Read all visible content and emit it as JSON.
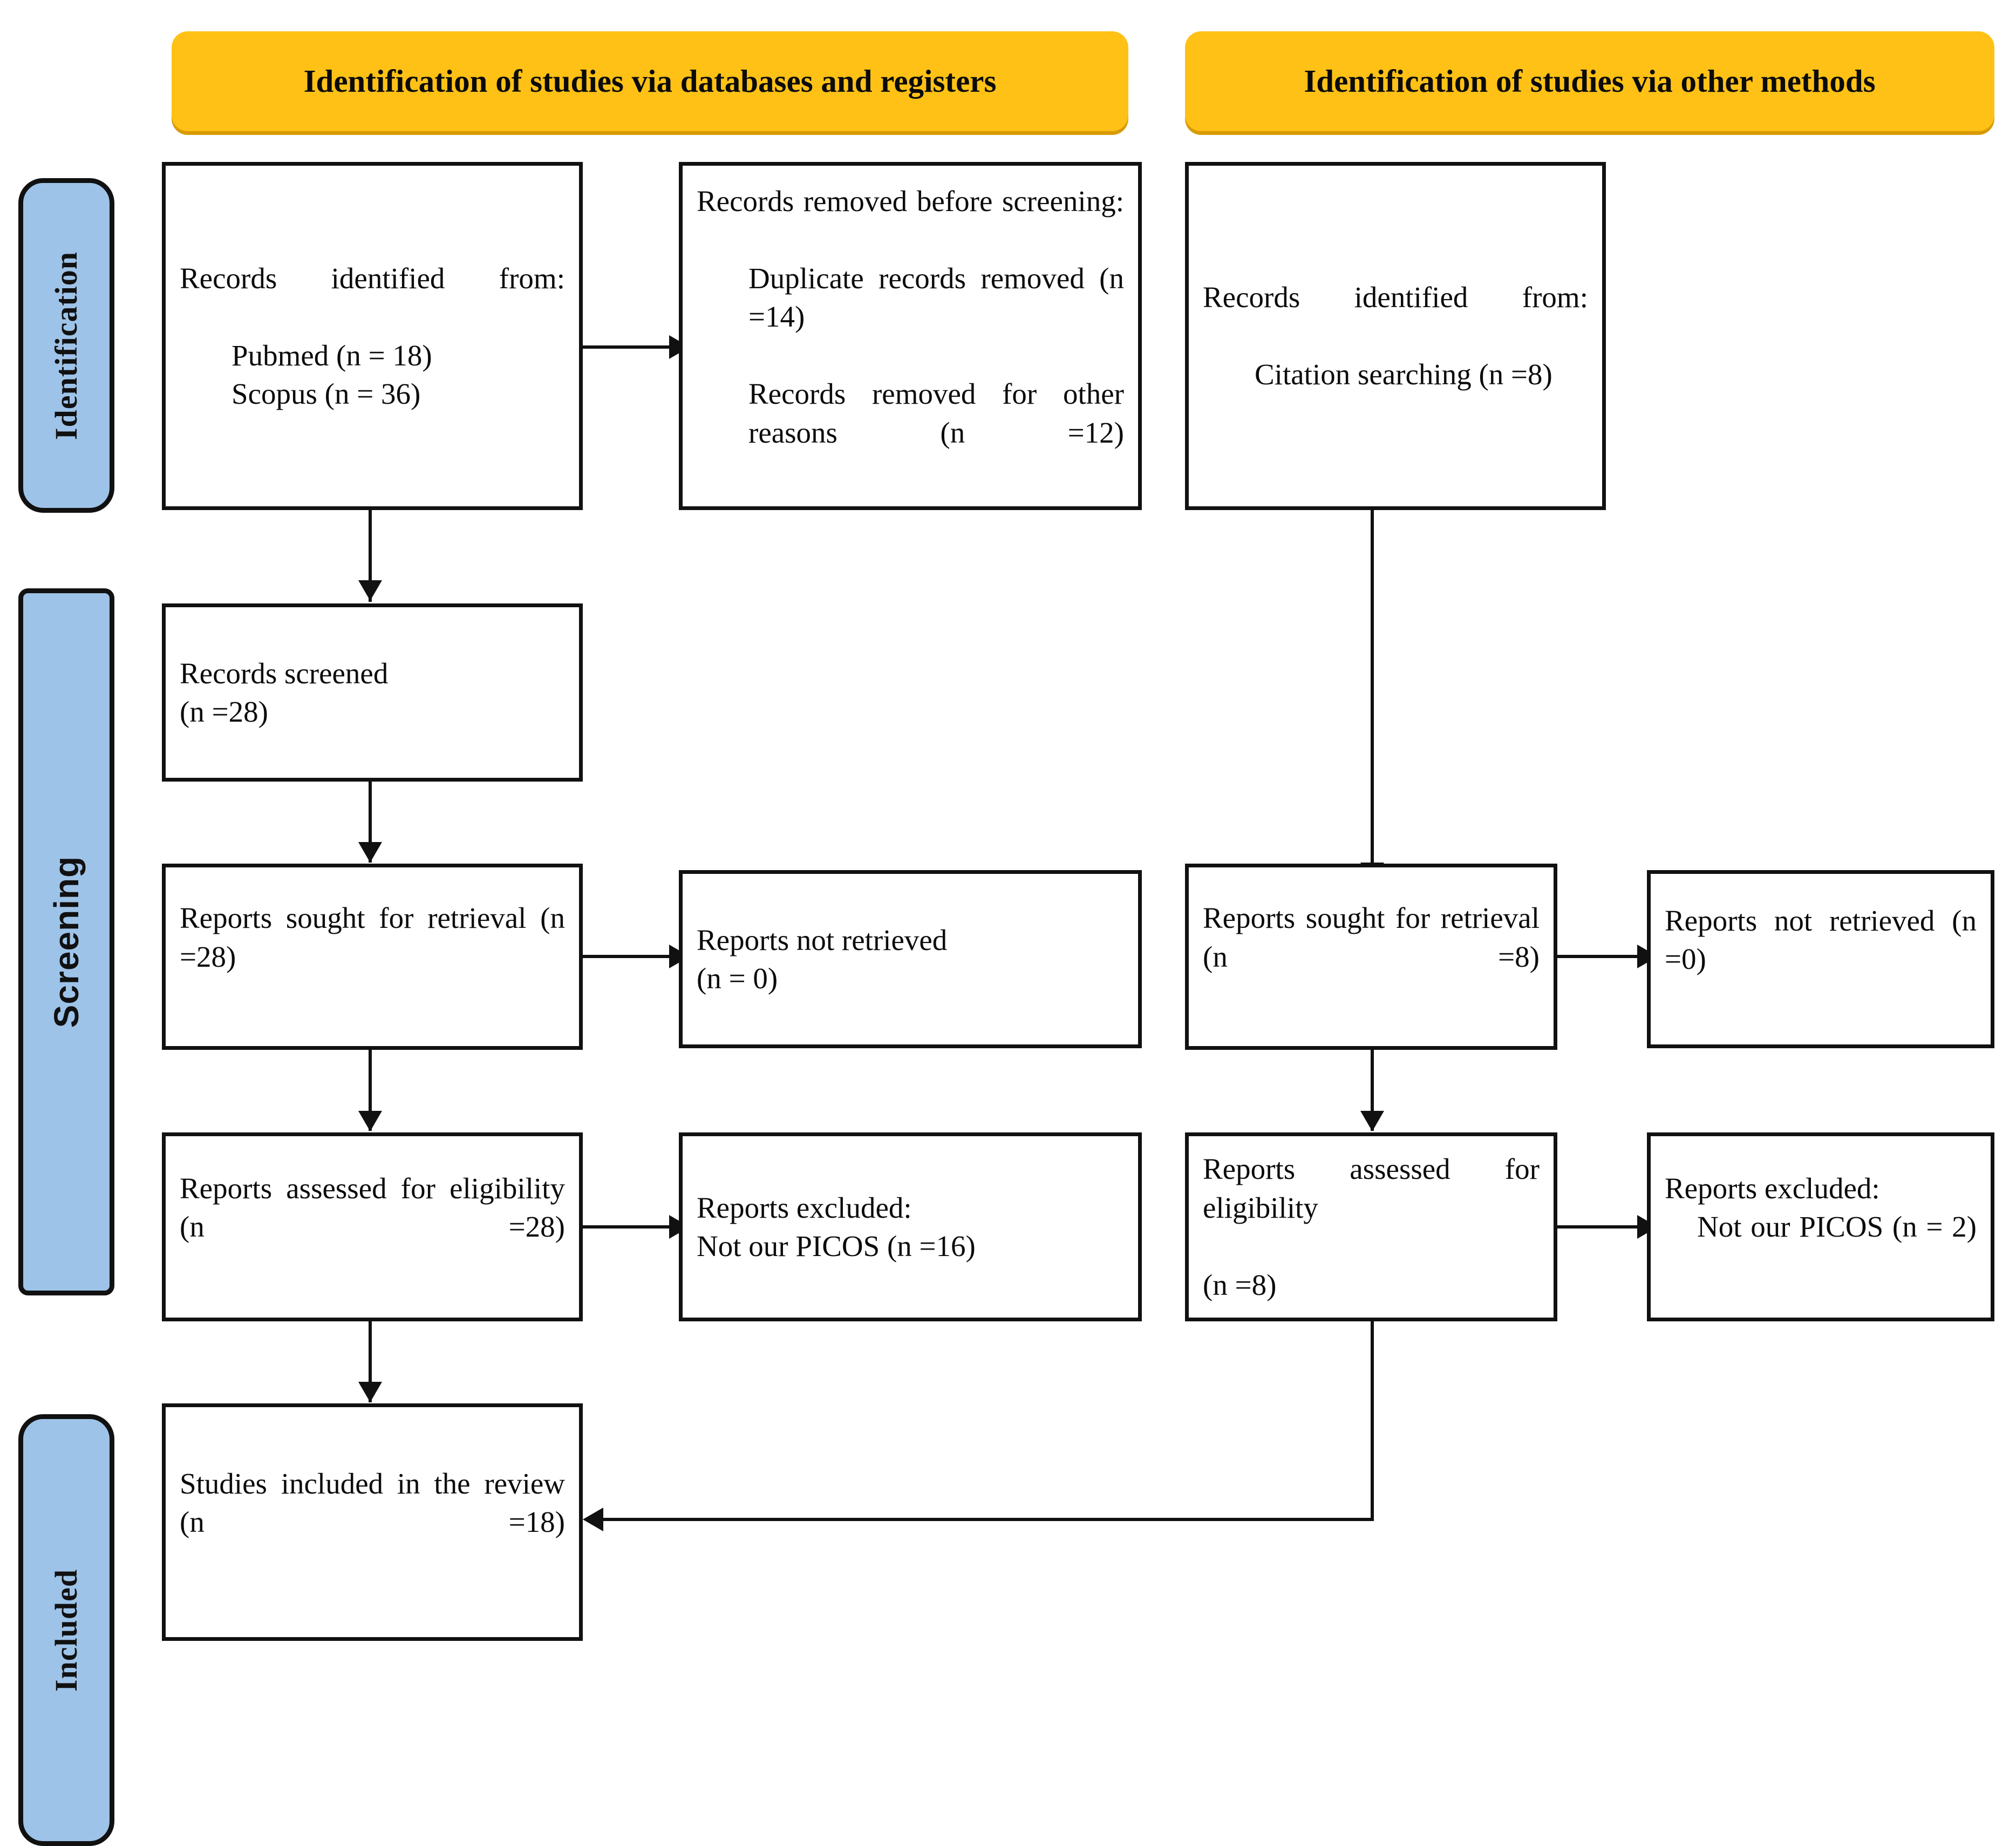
{
  "colors": {
    "banner_fill": "#FFC115",
    "banner_shadow": "#D99A04",
    "phase_fill": "#9EC3E8",
    "stroke": "#111111",
    "box_fill": "#FFFFFF"
  },
  "phases": [
    {
      "id": "identification",
      "label": "Identification"
    },
    {
      "id": "screening",
      "label": "Screening"
    },
    {
      "id": "included",
      "label": "Included"
    }
  ],
  "banners": [
    {
      "id": "databases",
      "label": "Identification of studies via databases and registers"
    },
    {
      "id": "other",
      "label": "Identification of studies via other methods"
    }
  ],
  "boxes": {
    "records_identified_db": {
      "lines": [
        "Records identified from:",
        "Pubmed (n = 18)",
        "Scopus (n = 36)"
      ]
    },
    "records_removed": {
      "lines": [
        "Records removed before screening:",
        "Duplicate records removed (n =14)",
        "Records removed for other reasons (n =12)"
      ]
    },
    "records_identified_other": {
      "lines": [
        "Records identified from:",
        "Citation searching (n =8)"
      ]
    },
    "records_screened": {
      "lines": [
        "Records screened",
        "(n =28)"
      ]
    },
    "reports_sought_db": {
      "lines": [
        "Reports sought for retrieval (n =28)"
      ]
    },
    "reports_not_retrieved_db": {
      "lines": [
        "Reports not retrieved",
        "(n = 0)"
      ]
    },
    "reports_sought_other": {
      "lines": [
        "Reports sought for retrieval (n =8)"
      ]
    },
    "reports_not_retrieved_other": {
      "lines": [
        "Reports not retrieved (n =0)"
      ]
    },
    "reports_assessed_db": {
      "lines": [
        "Reports assessed for eligibility  (n =28)"
      ]
    },
    "reports_excluded_db": {
      "lines": [
        "Reports excluded:",
        "Not our PICOS (n =16)"
      ]
    },
    "reports_assessed_other": {
      "lines": [
        "Reports assessed for eligibility",
        "(n =8)"
      ]
    },
    "reports_excluded_other": {
      "lines": [
        "Reports excluded:",
        "Not our PICOS (n = 2)"
      ]
    },
    "studies_included": {
      "lines": [
        "Studies included in the review (n =18)"
      ]
    }
  },
  "chart_data": {
    "type": "diagram",
    "title": "PRISMA 2020 flow diagram",
    "counts": {
      "pubmed": 18,
      "scopus": 36,
      "duplicates_removed": 14,
      "removed_other_reasons": 12,
      "records_screened": 28,
      "reports_sought_db": 28,
      "reports_not_retrieved_db": 0,
      "reports_assessed_db": 28,
      "reports_excluded_db": 16,
      "citation_searching": 8,
      "reports_sought_other": 8,
      "reports_not_retrieved_other": 0,
      "reports_assessed_other": 8,
      "reports_excluded_other": 2,
      "studies_included": 18
    }
  }
}
